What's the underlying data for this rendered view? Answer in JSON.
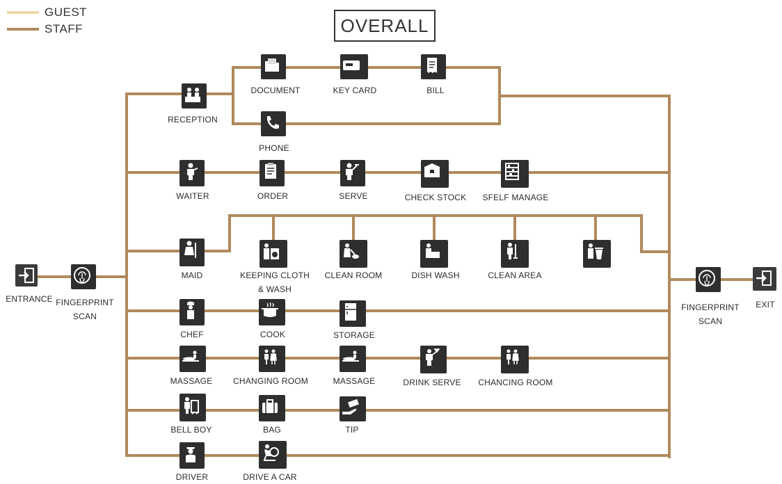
{
  "colors": {
    "guest": "#f0d7a8",
    "staff": "#b08a5b",
    "icon": "#2e2e2e"
  },
  "title": "OVERALL",
  "legend": [
    {
      "label": "GUEST",
      "color": "#f0d7a8"
    },
    {
      "label": "STAFF",
      "color": "#b08a5b"
    }
  ],
  "nodes": {
    "entrance": "ENTRANCE",
    "fingerprint_in": "FINGERPRINT SCAN",
    "fingerprint_out": "FINGERPRINT SCAN",
    "exit": "EXIT",
    "reception": "RECEPTION",
    "document": "DOCUMENT",
    "key_card": "KEY CARD",
    "bill": "BILL",
    "phone": "PHONE",
    "waiter": "WAITER",
    "order": "ORDER",
    "serve": "SERVE",
    "check_stock": "CHECK STOCK",
    "shelf_manage": "SFELF MANAGE",
    "maid": "MAID",
    "keeping_cloth": "KEEPING CLOTH & WASH",
    "clean_room": "CLEAN ROOM",
    "dish_wash": "DISH WASH",
    "clean_area": "CLEAN AREA",
    "chef": "CHEF",
    "cook": "COOK",
    "storage": "STORAGE",
    "massage_1": "MASSAGE",
    "changing_room": "CHANGING ROOM",
    "massage_2": "MASSAGE",
    "drink_serve": "DRINK SERVE",
    "chancing_room": "CHANCING ROOM",
    "bell_boy": "BELL BOY",
    "bag": "BAG",
    "tip": "TIP",
    "driver": "DRIVER",
    "drive_a_car": "DRIVE A CAR"
  }
}
